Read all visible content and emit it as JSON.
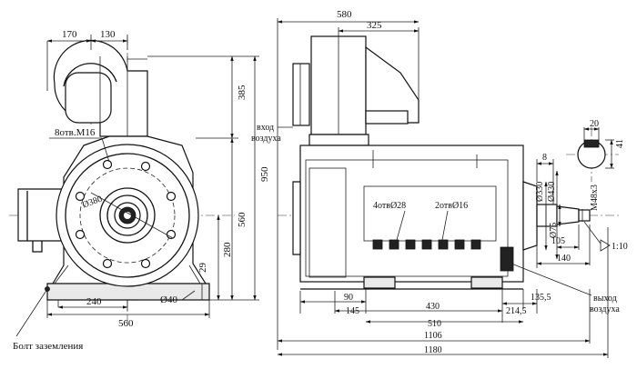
{
  "front_view": {
    "dim_170": "170",
    "dim_130": "130",
    "dim_385": "385",
    "dim_950": "950",
    "dim_560_vertical": "560",
    "dim_280": "280",
    "dim_29": "29",
    "dim_240": "240",
    "dim_560_horizontal": "560",
    "dim_d40": "Ø40",
    "dim_d380": "Ø380",
    "holes_label": "8отв.М16",
    "ground_bolt_label": "Болт заземления"
  },
  "side_view": {
    "dim_580": "580",
    "dim_325": "325",
    "air_inlet_line1": "вход",
    "air_inlet_line2": "воздуха",
    "holes_d28": "4отвØ28",
    "holes_d16": "2отвØ16",
    "dim_8": "8",
    "dim_d330": "Ø330",
    "dim_d430": "Ø430",
    "dim_m48": "М48х3",
    "dim_d75": "Ø75",
    "dim_105": "105",
    "dim_140": "140",
    "taper": "1:10",
    "dim_90": "90",
    "dim_145": "145",
    "dim_430": "430",
    "dim_135_5": "135,5",
    "dim_214_5": "214,5",
    "dim_510": "510",
    "dim_1106": "1106",
    "dim_1180": "1180",
    "air_outlet_line1": "выход",
    "air_outlet_line2": "воздуха"
  },
  "key_section": {
    "dim_20": "20",
    "dim_41": "41"
  }
}
